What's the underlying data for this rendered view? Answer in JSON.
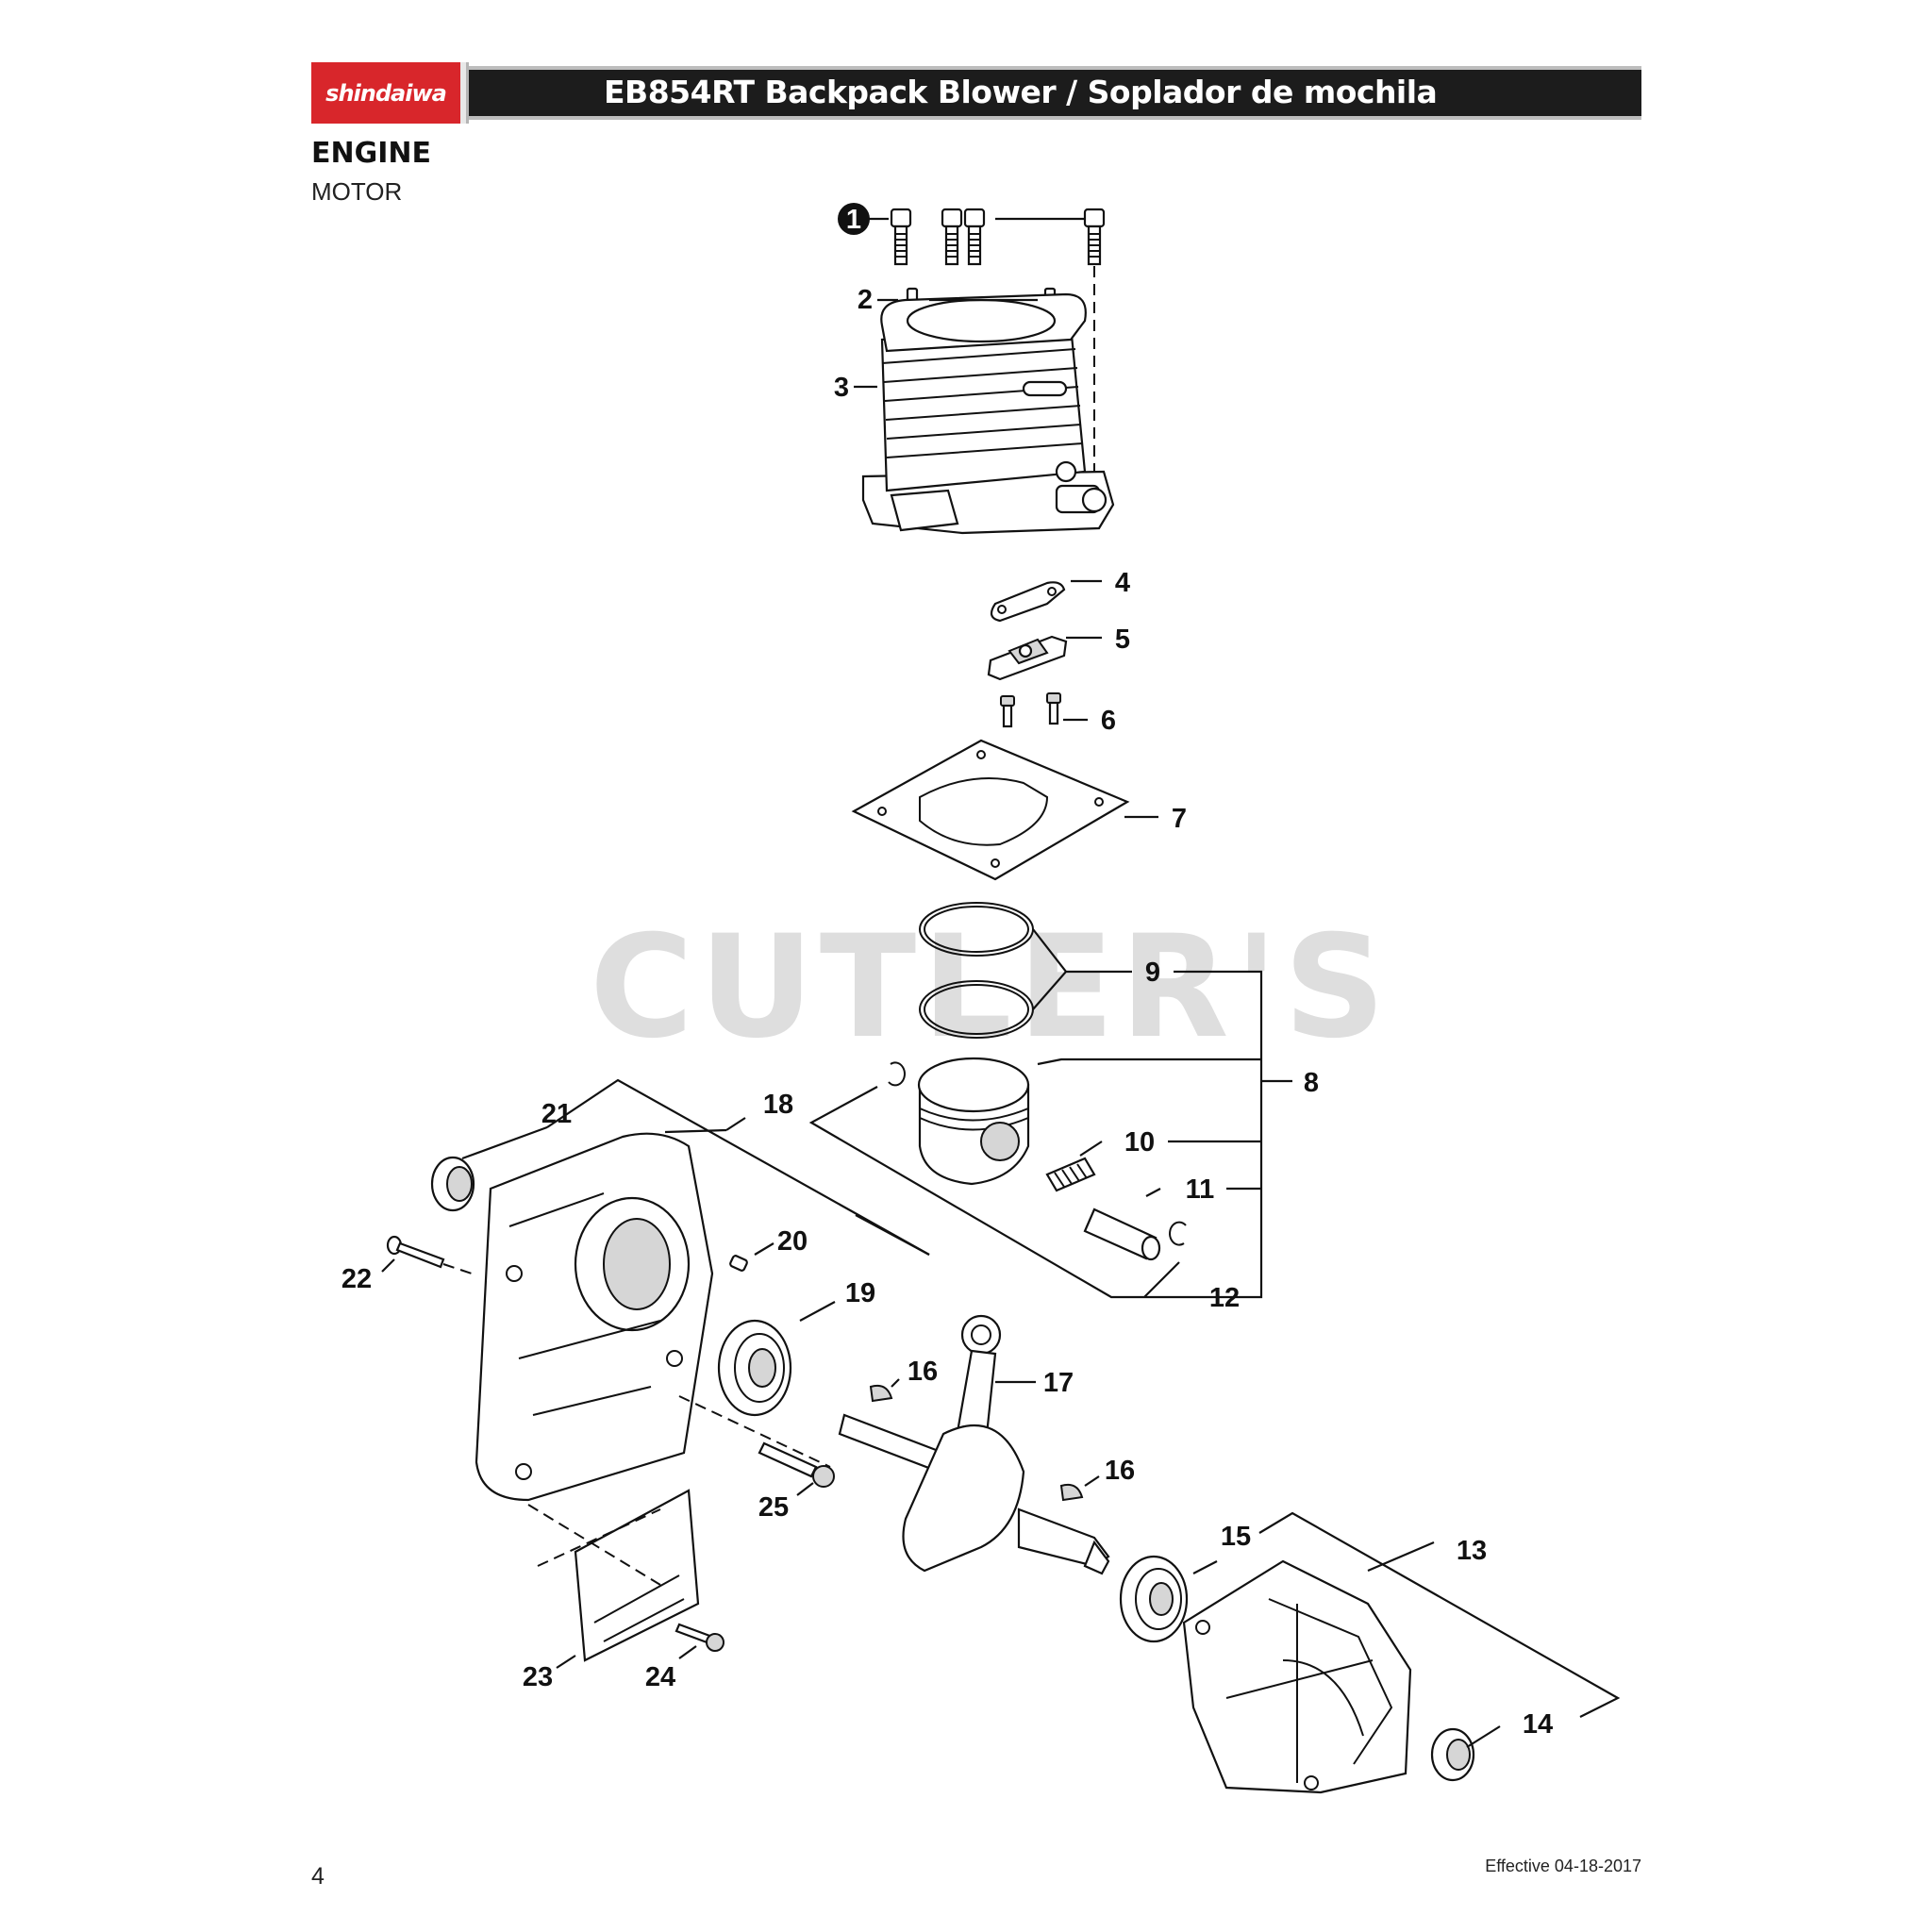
{
  "header": {
    "brand": "shindaiwa",
    "title": "EB854RT Backpack Blower / Soplador de mochila"
  },
  "section": {
    "title": "ENGINE",
    "subtitle": "MOTOR"
  },
  "watermark": "CUTLER'S",
  "callouts": [
    "1",
    "2",
    "3",
    "4",
    "5",
    "6",
    "7",
    "8",
    "9",
    "10",
    "11",
    "12",
    "13",
    "14",
    "15",
    "16",
    "16",
    "17",
    "18",
    "19",
    "20",
    "21",
    "22",
    "23",
    "24",
    "25"
  ],
  "footer": {
    "page_number": "4",
    "effective": "Effective 04-18-2017"
  }
}
